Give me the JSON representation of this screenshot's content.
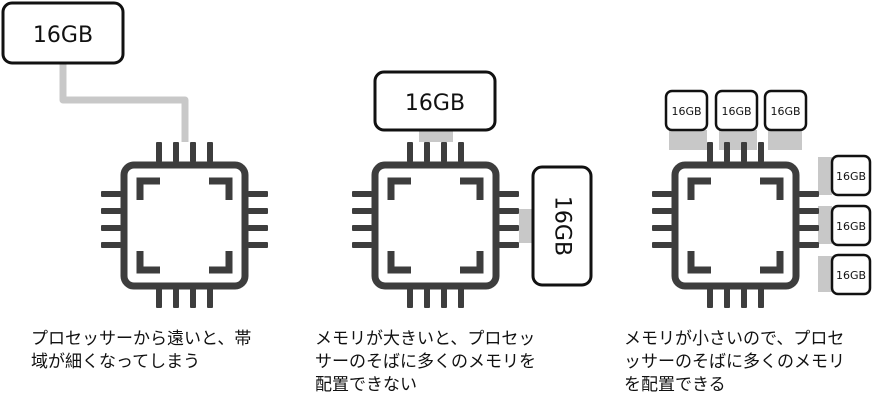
{
  "panels": [
    {
      "memory_labels": [
        "16GB"
      ],
      "caption": [
        "プロセッサーから遠いと、帯",
        "域が細くなってしまう"
      ]
    },
    {
      "memory_labels": [
        "16GB",
        "16GB"
      ],
      "caption": [
        "メモリが大きいと、プロセッ",
        "サーのそばに多くのメモリを",
        "配置できない"
      ]
    },
    {
      "memory_labels": [
        "16GB",
        "16GB",
        "16GB",
        "16GB",
        "16GB",
        "16GB"
      ],
      "caption": [
        "メモリが小さいので、プロセ",
        "ッサーのそばに多くのメモリ",
        "を配置できる"
      ]
    }
  ],
  "colors": {
    "chip": "#3d3d3d",
    "connector": "#c8c8c8",
    "memory_border": "#111111",
    "text": "#111111"
  },
  "icons": [
    "cpu-chip-icon"
  ]
}
